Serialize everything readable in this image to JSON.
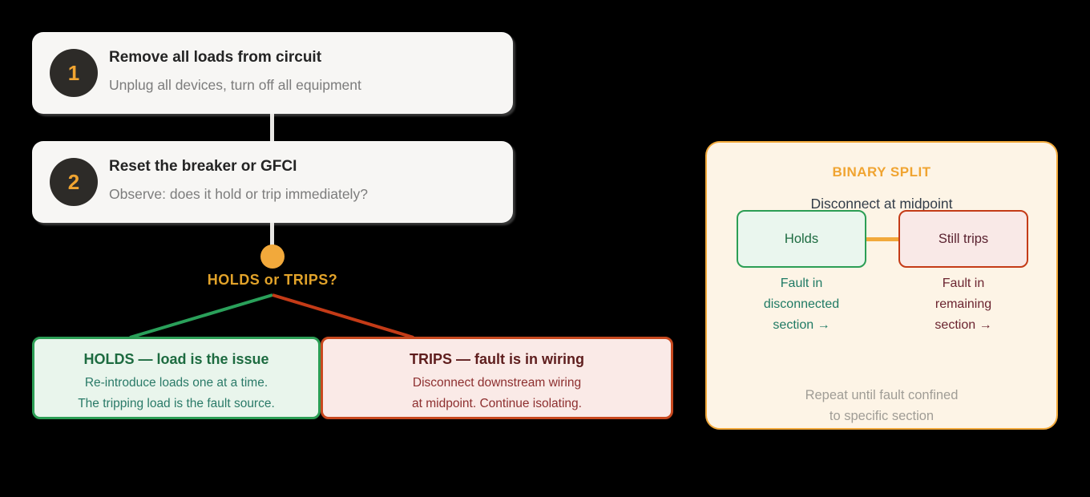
{
  "colors": {
    "background": "#000000",
    "accent_orange": "#f2a93b",
    "green": "#2c9e55",
    "red": "#c43b17",
    "card_background": "#f7f6f4",
    "panel_background": "#fdf4e6"
  },
  "steps": [
    {
      "number": "1",
      "title": "Remove all loads from circuit",
      "subtitle": "Unplug all devices, turn off all equipment"
    },
    {
      "number": "2",
      "title": "Reset the breaker or GFCI",
      "subtitle": "Observe: does it hold or trip immediately?"
    }
  ],
  "decision": {
    "label": "HOLDS or TRIPS?"
  },
  "outcomes": {
    "holds": {
      "title": "HOLDS — load is the issue",
      "lines": [
        "Re-introduce loads one at a time.",
        "The tripping load is the fault source."
      ]
    },
    "trips": {
      "title": "TRIPS — fault is in wiring",
      "lines": [
        "Disconnect downstream wiring",
        "at midpoint. Continue isolating."
      ]
    }
  },
  "binary_split": {
    "title": "BINARY SPLIT",
    "subtitle": "Disconnect at midpoint",
    "holds_box_label": "Holds",
    "trips_box_label": "Still trips",
    "holds_caption": [
      "Fault in",
      "disconnected",
      "section →"
    ],
    "trips_caption": [
      "Fault in",
      "remaining",
      "section →"
    ],
    "footer": [
      "Repeat until fault confined",
      "to specific section"
    ]
  }
}
